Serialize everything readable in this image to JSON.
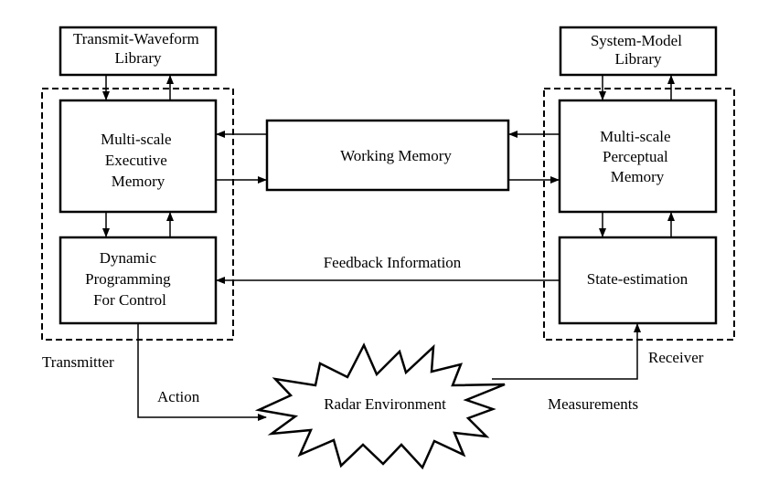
{
  "diagram": {
    "transmit_library": [
      "Transmit-Waveform",
      "Library"
    ],
    "system_model_library": [
      "System-Model",
      "Library"
    ],
    "executive_memory": [
      "Multi-scale",
      "Executive",
      "Memory"
    ],
    "working_memory": "Working Memory",
    "perceptual_memory": [
      "Multi-scale",
      "Perceptual",
      "Memory"
    ],
    "dynamic_programming": [
      "Dynamic",
      "Programming",
      "For Control"
    ],
    "state_estimation": "State-estimation",
    "feedback_information": "Feedback Information",
    "transmitter": "Transmitter",
    "receiver": "Receiver",
    "action": "Action",
    "measurements": "Measurements",
    "radar_environment": "Radar Environment"
  },
  "colors": {
    "stroke": "#000000",
    "background": "#ffffff"
  }
}
